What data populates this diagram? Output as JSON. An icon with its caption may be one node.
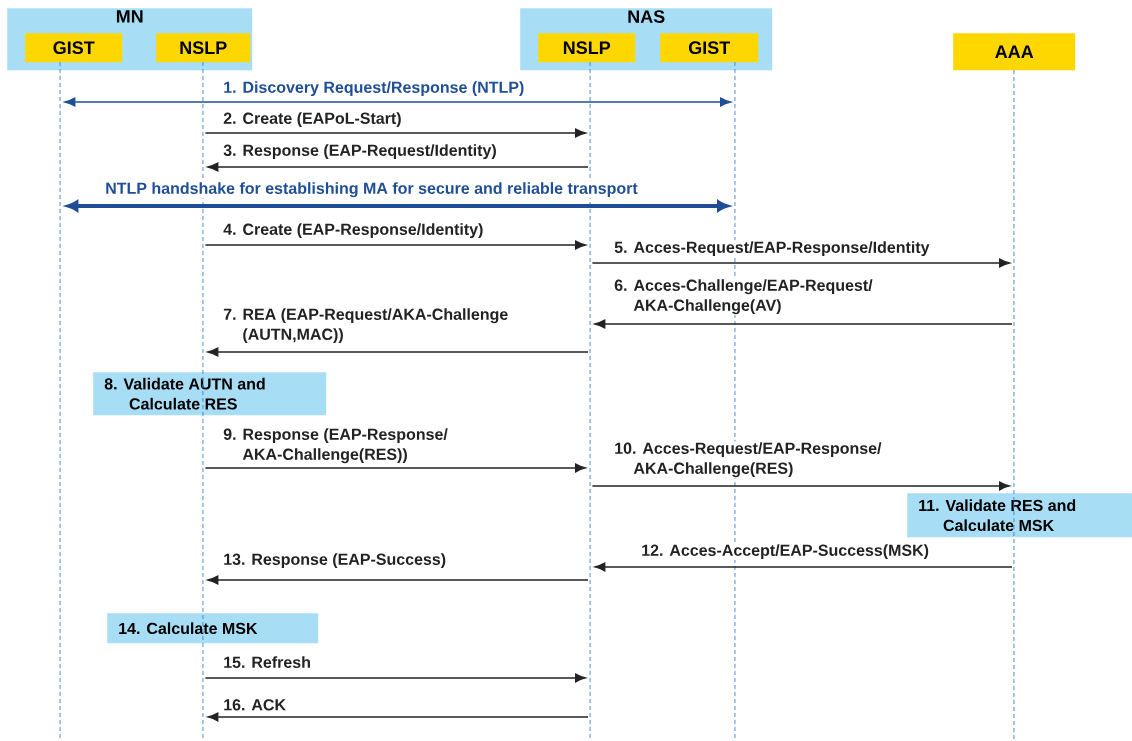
{
  "diagram": {
    "nodes": [
      {
        "text": [
          "MN"
        ]
      },
      {
        "text": [
          "GIST"
        ],
        "in": 0
      },
      {
        "text": [
          "NSLP"
        ],
        "in": 0
      },
      {
        "text": [
          "NAS"
        ]
      },
      {
        "text": [
          "NSLP"
        ],
        "in": 3
      },
      {
        "text": [
          "GIST"
        ],
        "in": 3
      },
      {
        "text": [
          "AAA"
        ]
      },
      {
        "text": [
          "8. Validate AUTN and Calculate RES"
        ]
      },
      {
        "text": [
          "11. Validate RES and Calculate MSK"
        ]
      },
      {
        "text": [
          "14. Calculate MSK"
        ]
      },
      {
        "text": [],
        "shape": "line"
      },
      {
        "text": [],
        "shape": "line"
      },
      {
        "text": [],
        "shape": "line"
      },
      {
        "text": [],
        "shape": "line"
      },
      {
        "text": [],
        "shape": "line"
      }
    ],
    "edges": [
      {
        "from": 10,
        "to": 13,
        "arrow": "both",
        "label": "1. Discovery Request/Response (NTLP)",
        "color": "#1f4e96"
      },
      {
        "from": 11,
        "to": 12,
        "arrow": "to",
        "label": "2. Create (EAPoL-Start)"
      },
      {
        "from": 12,
        "to": 11,
        "arrow": "to",
        "label": "3. Response (EAP-Request/Identity)"
      },
      {
        "from": 10,
        "to": 13,
        "arrow": "both",
        "label": "NTLP handshake for establishing MA for secure and reliable transport",
        "style": "thick",
        "color": "#1f4e96"
      },
      {
        "from": 11,
        "to": 12,
        "arrow": "to",
        "label": "4. Create (EAP-Response/Identity)"
      },
      {
        "from": 12,
        "to": 14,
        "arrow": "to",
        "label": "5. Acces-Request/EAP-Response/Identity"
      },
      {
        "from": 14,
        "to": 12,
        "arrow": "to",
        "label": "6. Acces-Challenge/EAP-Request/ AKA-Challenge(AV)"
      },
      {
        "from": 12,
        "to": 11,
        "arrow": "to",
        "label": "7. REA (EAP-Request/AKA-Challenge (AUTN,MAC))"
      },
      {
        "from": 11,
        "to": 12,
        "arrow": "to",
        "label": "9. Response (EAP-Response/ AKA-Challenge(RES))"
      },
      {
        "from": 12,
        "to": 14,
        "arrow": "to",
        "label": "10. Acces-Request/EAP-Response/ AKA-Challenge(RES)"
      },
      {
        "from": 14,
        "to": 12,
        "arrow": "to",
        "label": "12. Acces-Accept/EAP-Success(MSK)"
      },
      {
        "from": 12,
        "to": 11,
        "arrow": "to",
        "label": "13. Response (EAP-Success)"
      },
      {
        "from": 11,
        "to": 12,
        "arrow": "to",
        "label": "15. Refresh"
      },
      {
        "from": 12,
        "to": 11,
        "arrow": "to",
        "label": "16. ACK"
      }
    ]
  }
}
